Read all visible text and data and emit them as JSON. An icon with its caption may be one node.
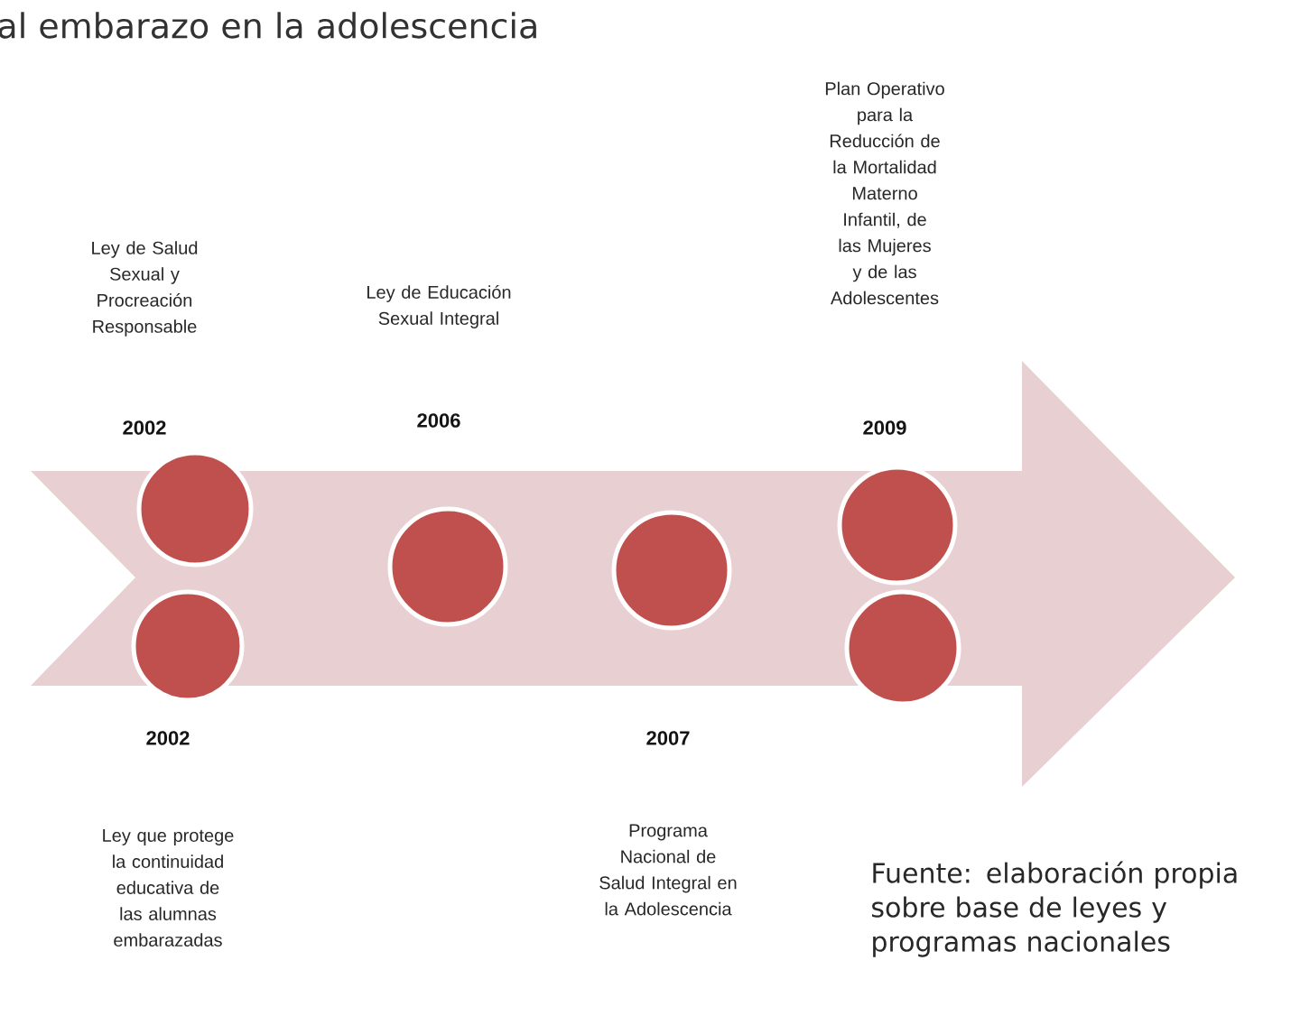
{
  "diagram": {
    "title": "al embarazo en la adolescencia",
    "nodes": [
      {
        "text": [],
        "shape": "circle"
      },
      {
        "text": [],
        "shape": "circle"
      },
      {
        "text": [],
        "shape": "circle"
      },
      {
        "text": [],
        "shape": "circle"
      },
      {
        "text": [],
        "shape": "circle"
      },
      {
        "text": [],
        "shape": "circle"
      }
    ],
    "labels": [
      "Plan Operativo para la Reducción de la Mortalidad Materno Infantil, de las Mujeres y de las Adolescentes",
      "Ley de Salud Sexual y Procreación Responsable",
      "Ley de Educación Sexual Integral",
      "2002",
      "2006",
      "2009",
      "2002",
      "2007",
      "Ley que protege la continuidad educativa de las alumnas embarazadas",
      "Programa Nacional de Salud Integral en la Adolescencia"
    ],
    "caption": "Fuente: elaboración propia sobre base de leyes y programas nacionales"
  }
}
